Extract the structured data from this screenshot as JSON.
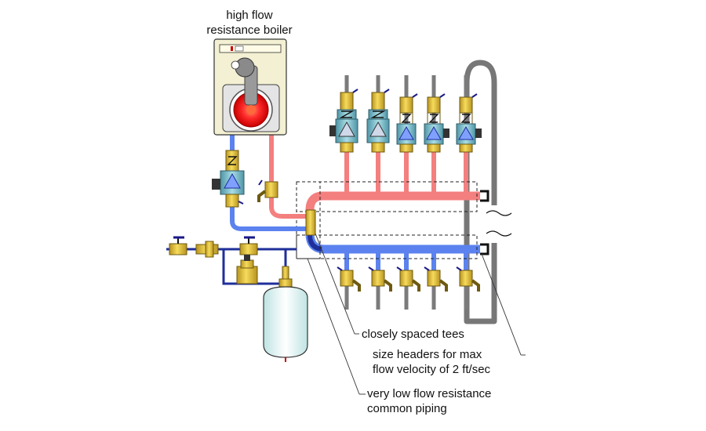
{
  "labels": {
    "boiler": [
      "high flow",
      "resistance boiler"
    ],
    "tees": "closely spaced tees",
    "headers": [
      "size headers for max",
      "flow velocity of 2 ft/sec"
    ],
    "common": [
      "very low flow resistance",
      "common piping"
    ]
  },
  "colors": {
    "supply": "#f47f7f",
    "return": "#5b82ee",
    "return_dark": "#1f2f9a",
    "brass": "#e8c53a",
    "circulator": "#79b7c4",
    "steel": "#7b7b7b",
    "boiler_body": "#f3f0d3",
    "burner": "#ff2b2b",
    "tank": "#dff2f2"
  },
  "zones": {
    "supply_valve_count": 5,
    "return_valve_count": 5
  }
}
